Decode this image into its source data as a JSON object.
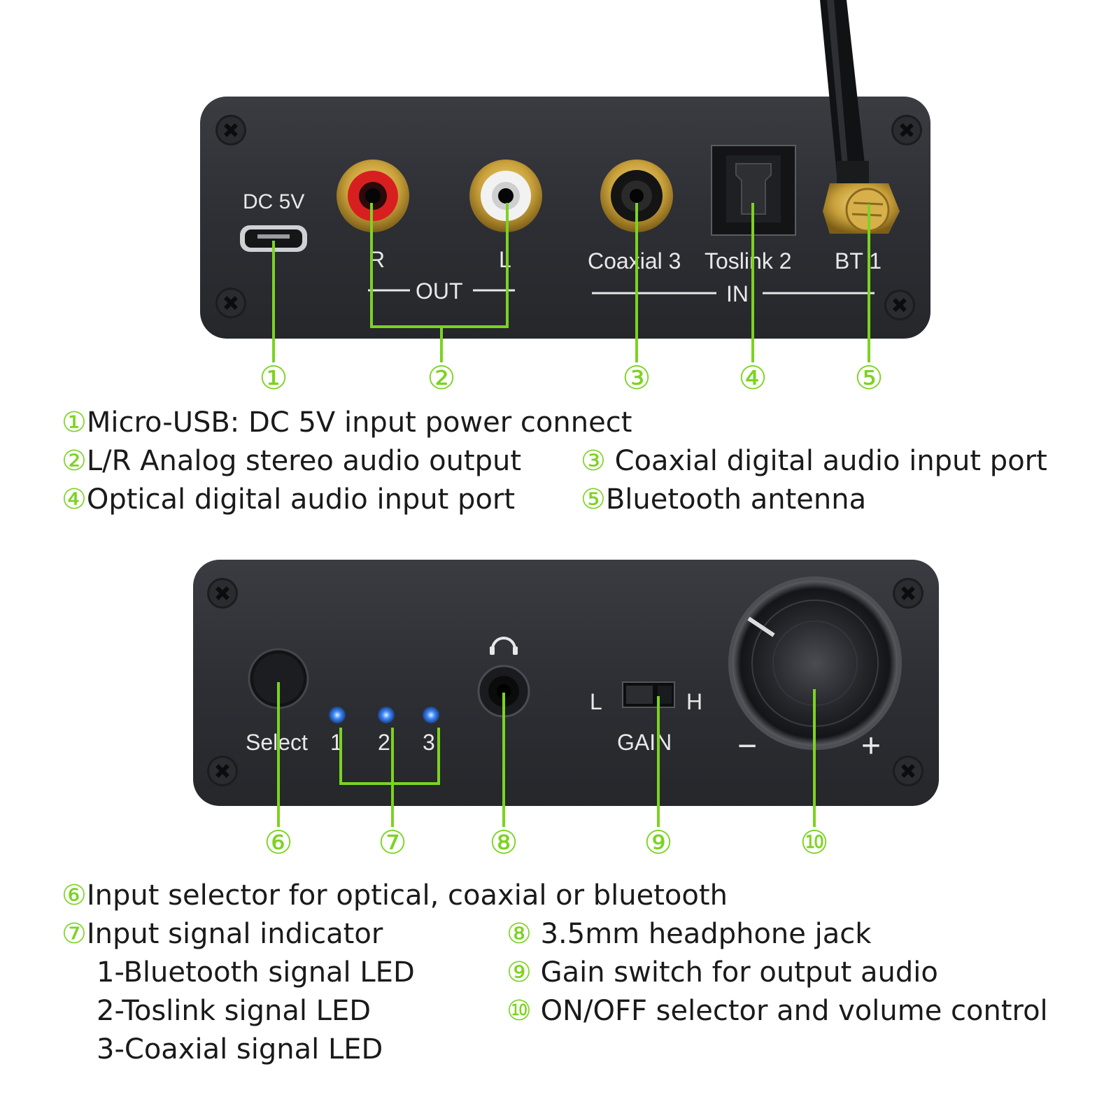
{
  "colors": {
    "panel": "#2e3035",
    "accent_green": "#7cd321",
    "label_text": "#e8e8e8",
    "gold": "#c9a13b",
    "rca_red": "#d81f1f",
    "led_blue": "#3d8bff"
  },
  "back_panel": {
    "labels": {
      "dc": "DC 5V",
      "r": "R",
      "l": "L",
      "out": "OUT",
      "coaxial": "Coaxial 3",
      "toslink": "Toslink 2",
      "bt": "BT 1",
      "in": "IN"
    },
    "callouts": [
      "①",
      "②",
      "③",
      "④",
      "⑤"
    ]
  },
  "back_descriptions": [
    {
      "num": "①",
      "text": "Micro-USB: DC 5V input power connect"
    },
    {
      "num": "②",
      "text": "L/R Analog stereo audio output"
    },
    {
      "num": "③",
      "text": " Coaxial digital audio input port"
    },
    {
      "num": "④",
      "text": "Optical digital audio input port"
    },
    {
      "num": "⑤",
      "text": "Bluetooth antenna"
    }
  ],
  "front_panel": {
    "labels": {
      "select": "Select",
      "led1": "1",
      "led2": "2",
      "led3": "3",
      "gain_l": "L",
      "gain_h": "H",
      "gain": "GAIN",
      "minus": "−",
      "plus": "+"
    },
    "icons": [
      "headphone-icon"
    ],
    "callouts": [
      "⑥",
      "⑦",
      "⑧",
      "⑨",
      "⑩"
    ]
  },
  "front_descriptions": [
    {
      "num": "⑥",
      "text": "Input selector for optical, coaxial or bluetooth"
    },
    {
      "num": "⑦",
      "text": "Input signal indicator"
    },
    {
      "text": "1-Bluetooth signal LED"
    },
    {
      "text": "2-Toslink signal LED"
    },
    {
      "text": "3-Coaxial signal LED"
    },
    {
      "num": "⑧",
      "text": " 3.5mm headphone jack"
    },
    {
      "num": "⑨",
      "text": " Gain switch for output audio"
    },
    {
      "num": "⑩",
      "text": " ON/OFF selector and volume control"
    }
  ]
}
